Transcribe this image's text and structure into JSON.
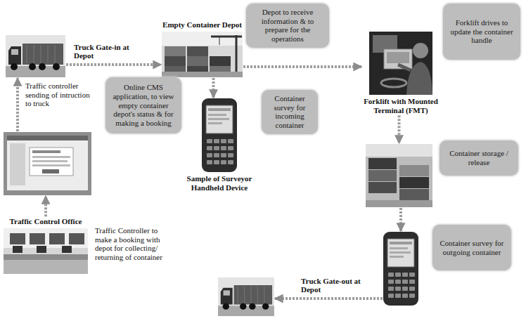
{
  "diagram": {
    "nodes": [
      {
        "text": []
      },
      {
        "text": [
          "Empty Container Depot"
        ]
      },
      {
        "text": [
          "Depot to receive information & to prepare for the operations"
        ]
      },
      {
        "text": [
          "Forklift with Mounted Terminal (FMT)"
        ]
      },
      {
        "text": [
          "Forklift drives to update the container handle"
        ]
      },
      {
        "text": [
          "Online CMS application, to view empty container depot's status & for making a booking"
        ]
      },
      {
        "text": [
          "Sample of Surveyor Handheld Device"
        ]
      },
      {
        "text": [
          "Container survey for incoming container"
        ]
      },
      {
        "text": []
      },
      {
        "text": []
      },
      {
        "text": [
          "Container storage / release"
        ]
      },
      {
        "text": [
          "Traffic Control Office"
        ]
      },
      {
        "text": []
      },
      {
        "text": [
          "Container survey for outgoing container"
        ]
      },
      {
        "text": []
      }
    ],
    "edges": [
      {
        "from": 0,
        "to": 1,
        "arrow": "to",
        "label": "Truck Gate-in at Depot"
      },
      {
        "from": 1,
        "to": 3,
        "arrow": "to"
      },
      {
        "from": 1,
        "to": 6,
        "arrow": "to"
      },
      {
        "from": 3,
        "to": 9,
        "arrow": "to"
      },
      {
        "from": 9,
        "to": 12,
        "arrow": "to"
      },
      {
        "from": 12,
        "to": 14,
        "arrow": "to",
        "label": "Truck Gate-out at Depot"
      },
      {
        "from": 8,
        "to": 0,
        "arrow": "to",
        "label": "Traffic controller sending of intruction to truck"
      },
      {
        "from": 11,
        "to": 8,
        "arrow": "to"
      }
    ],
    "labels": [
      "Traffic Controller to make a booking with depot for collecting/ returning of container"
    ]
  }
}
